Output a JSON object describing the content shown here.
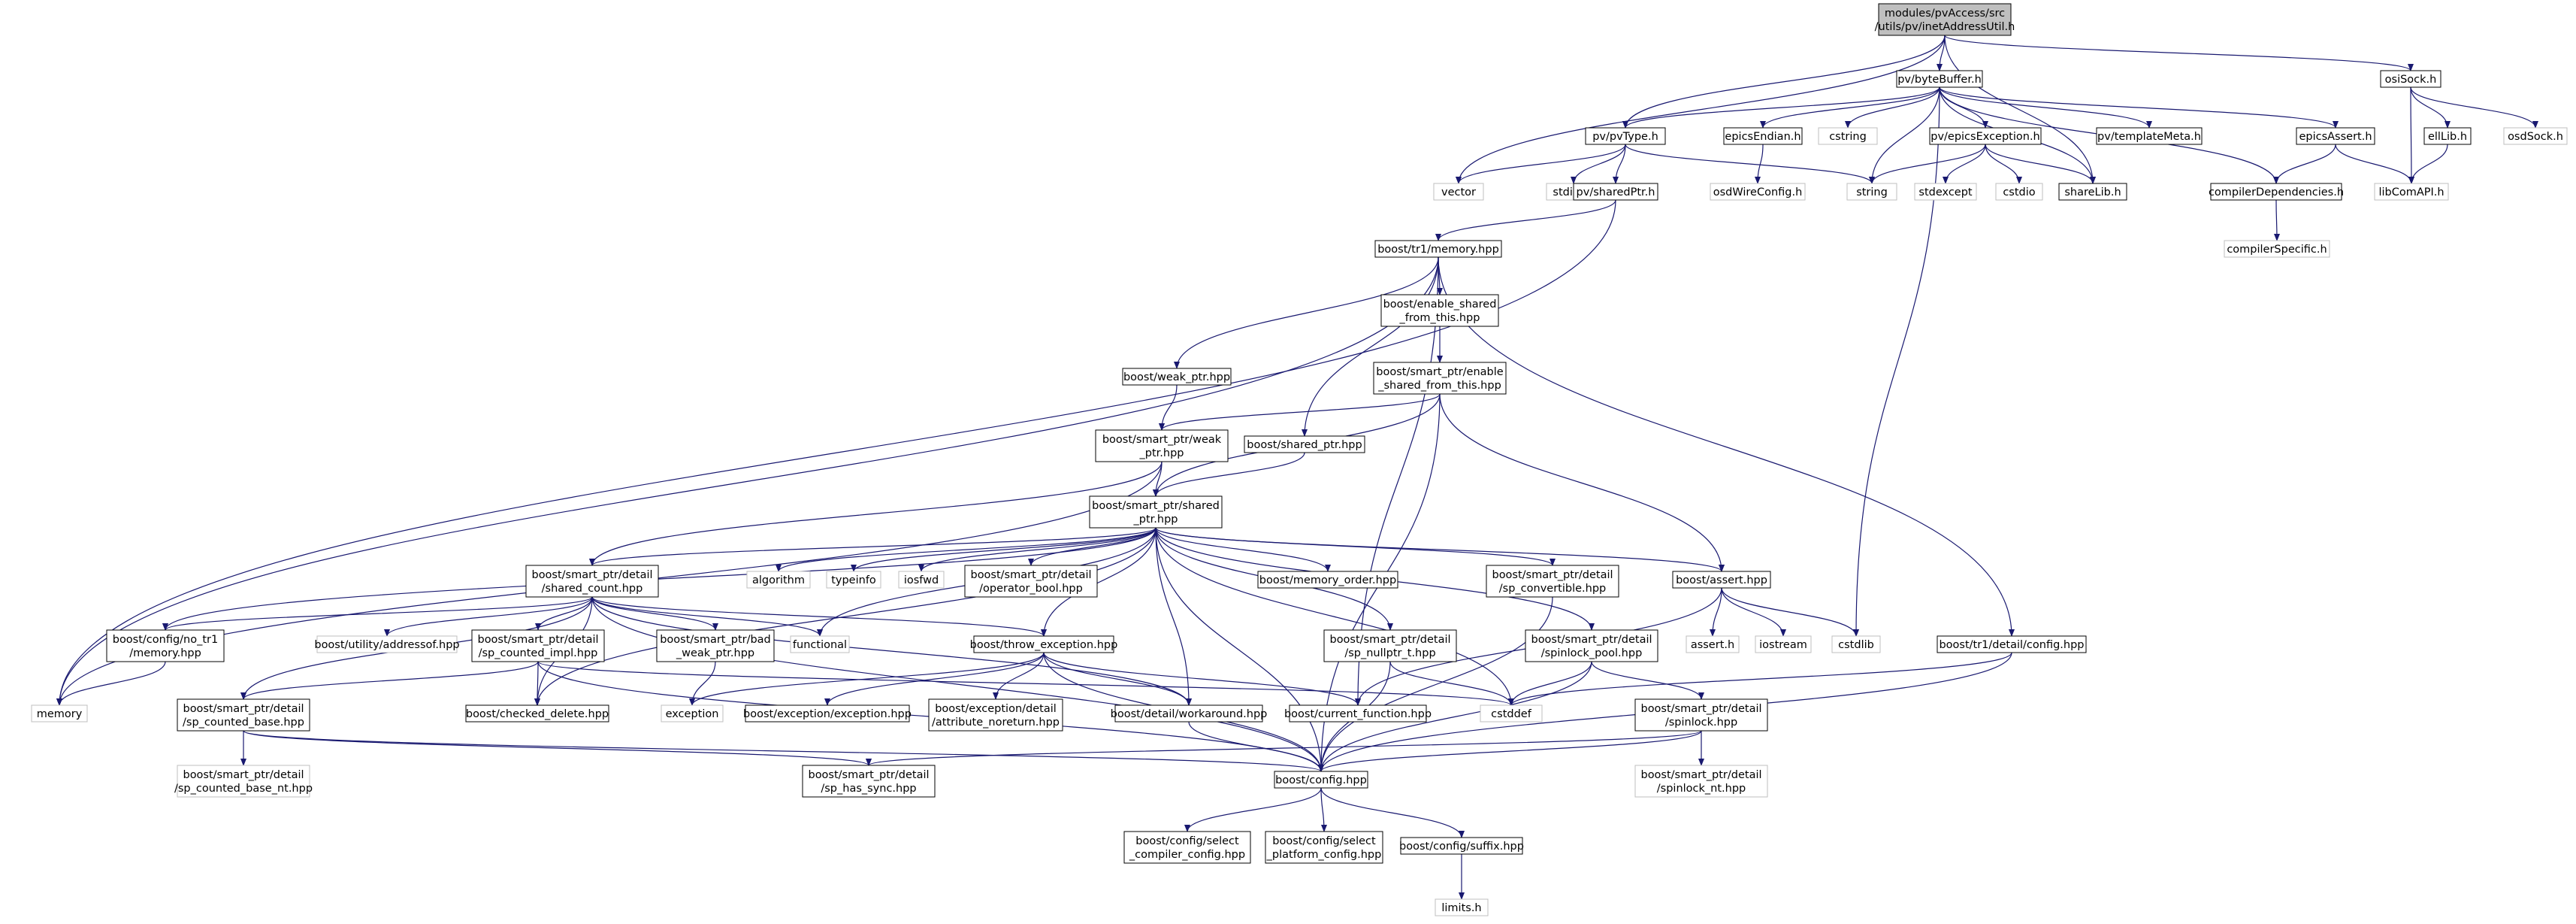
{
  "colors": {
    "edge": "#191970",
    "box_border": "#000000",
    "external_border": "#bfbfbf",
    "root_fill": "#bfbfbf",
    "node_fill": "#ffffff"
  },
  "nodes": [
    {
      "id": "root",
      "lines": [
        "modules/pvAccess/src",
        "/utils/pv/inetAddressUtil.h"
      ],
      "kind": "root"
    },
    {
      "id": "bytebuffer",
      "lines": [
        "pv/byteBuffer.h"
      ],
      "kind": "file"
    },
    {
      "id": "osisock",
      "lines": [
        "osiSock.h"
      ],
      "kind": "file"
    },
    {
      "id": "pvtype",
      "lines": [
        "pv/pvType.h"
      ],
      "kind": "file"
    },
    {
      "id": "epicsendian",
      "lines": [
        "epicsEndian.h"
      ],
      "kind": "file"
    },
    {
      "id": "cstring",
      "lines": [
        "cstring"
      ],
      "kind": "external"
    },
    {
      "id": "epicsexception",
      "lines": [
        "pv/epicsException.h"
      ],
      "kind": "file"
    },
    {
      "id": "templatemeta",
      "lines": [
        "pv/templateMeta.h"
      ],
      "kind": "file"
    },
    {
      "id": "epicsassert",
      "lines": [
        "epicsAssert.h"
      ],
      "kind": "file"
    },
    {
      "id": "ellib",
      "lines": [
        "ellLib.h"
      ],
      "kind": "file"
    },
    {
      "id": "osdsock",
      "lines": [
        "osdSock.h"
      ],
      "kind": "external"
    },
    {
      "id": "vector",
      "lines": [
        "vector"
      ],
      "kind": "external"
    },
    {
      "id": "stdint",
      "lines": [
        "stdint.h"
      ],
      "kind": "external"
    },
    {
      "id": "sharedptr",
      "lines": [
        "pv/sharedPtr.h"
      ],
      "kind": "file"
    },
    {
      "id": "osdwireconfig",
      "lines": [
        "osdWireConfig.h"
      ],
      "kind": "external"
    },
    {
      "id": "string",
      "lines": [
        "string"
      ],
      "kind": "external"
    },
    {
      "id": "stdexcept",
      "lines": [
        "stdexcept"
      ],
      "kind": "external"
    },
    {
      "id": "cstdio",
      "lines": [
        "cstdio"
      ],
      "kind": "external"
    },
    {
      "id": "sharelib",
      "lines": [
        "shareLib.h"
      ],
      "kind": "file"
    },
    {
      "id": "compilerdep",
      "lines": [
        "compilerDependencies.h"
      ],
      "kind": "file"
    },
    {
      "id": "libcomapi",
      "lines": [
        "libComAPI.h"
      ],
      "kind": "external"
    },
    {
      "id": "compilerspecific",
      "lines": [
        "compilerSpecific.h"
      ],
      "kind": "external"
    },
    {
      "id": "tr1memory",
      "lines": [
        "boost/tr1/memory.hpp"
      ],
      "kind": "file"
    },
    {
      "id": "enablesharedthis",
      "lines": [
        "boost/enable_shared",
        "_from_this.hpp"
      ],
      "kind": "file"
    },
    {
      "id": "weakptr",
      "lines": [
        "boost/weak_ptr.hpp"
      ],
      "kind": "file"
    },
    {
      "id": "spenableshared",
      "lines": [
        "boost/smart_ptr/enable",
        "_shared_from_this.hpp"
      ],
      "kind": "file"
    },
    {
      "id": "spweakptr",
      "lines": [
        "boost/smart_ptr/weak",
        "_ptr.hpp"
      ],
      "kind": "file"
    },
    {
      "id": "sharedptrhpp",
      "lines": [
        "boost/shared_ptr.hpp"
      ],
      "kind": "file"
    },
    {
      "id": "spsharedptr",
      "lines": [
        "boost/smart_ptr/shared",
        "_ptr.hpp"
      ],
      "kind": "file"
    },
    {
      "id": "sharedcount",
      "lines": [
        "boost/smart_ptr/detail",
        "/shared_count.hpp"
      ],
      "kind": "file"
    },
    {
      "id": "algorithm",
      "lines": [
        "algorithm"
      ],
      "kind": "external"
    },
    {
      "id": "typeinfo",
      "lines": [
        "typeinfo"
      ],
      "kind": "external"
    },
    {
      "id": "iosfwd",
      "lines": [
        "iosfwd"
      ],
      "kind": "external"
    },
    {
      "id": "operatorbool",
      "lines": [
        "boost/smart_ptr/detail",
        "/operator_bool.hpp"
      ],
      "kind": "file"
    },
    {
      "id": "memoryorder",
      "lines": [
        "boost/memory_order.hpp"
      ],
      "kind": "file"
    },
    {
      "id": "spconvertible",
      "lines": [
        "boost/smart_ptr/detail",
        "/sp_convertible.hpp"
      ],
      "kind": "file"
    },
    {
      "id": "boostassert",
      "lines": [
        "boost/assert.hpp"
      ],
      "kind": "file"
    },
    {
      "id": "notr1memory",
      "lines": [
        "boost/config/no_tr1",
        "/memory.hpp"
      ],
      "kind": "file"
    },
    {
      "id": "addressof",
      "lines": [
        "boost/utility/addressof.hpp"
      ],
      "kind": "external"
    },
    {
      "id": "spcountedimpl",
      "lines": [
        "boost/smart_ptr/detail",
        "/sp_counted_impl.hpp"
      ],
      "kind": "file"
    },
    {
      "id": "badweakptr",
      "lines": [
        "boost/smart_ptr/bad",
        "_weak_ptr.hpp"
      ],
      "kind": "file"
    },
    {
      "id": "functional",
      "lines": [
        "functional"
      ],
      "kind": "external"
    },
    {
      "id": "throwexception",
      "lines": [
        "boost/throw_exception.hpp"
      ],
      "kind": "file"
    },
    {
      "id": "spnullptr",
      "lines": [
        "boost/smart_ptr/detail",
        "/sp_nullptr_t.hpp"
      ],
      "kind": "file"
    },
    {
      "id": "asserth",
      "lines": [
        "assert.h"
      ],
      "kind": "external"
    },
    {
      "id": "iostream",
      "lines": [
        "iostream"
      ],
      "kind": "external"
    },
    {
      "id": "cstdlib",
      "lines": [
        "cstdlib"
      ],
      "kind": "external"
    },
    {
      "id": "tr1config",
      "lines": [
        "boost/tr1/detail/config.hpp"
      ],
      "kind": "file"
    },
    {
      "id": "memory",
      "lines": [
        "memory"
      ],
      "kind": "external"
    },
    {
      "id": "spcountedbase",
      "lines": [
        "boost/smart_ptr/detail",
        "/sp_counted_base.hpp"
      ],
      "kind": "file"
    },
    {
      "id": "checkeddelete",
      "lines": [
        "boost/checked_delete.hpp"
      ],
      "kind": "file"
    },
    {
      "id": "exception",
      "lines": [
        "exception"
      ],
      "kind": "external"
    },
    {
      "id": "excexception",
      "lines": [
        "boost/exception/exception.hpp"
      ],
      "kind": "file"
    },
    {
      "id": "attrnoreturn",
      "lines": [
        "boost/exception/detail",
        "/attribute_noreturn.hpp"
      ],
      "kind": "file"
    },
    {
      "id": "workaround",
      "lines": [
        "boost/detail/workaround.hpp"
      ],
      "kind": "file"
    },
    {
      "id": "currentfunction",
      "lines": [
        "boost/current_function.hpp"
      ],
      "kind": "file"
    },
    {
      "id": "spinlockpool",
      "lines": [
        "boost/smart_ptr/detail",
        "/spinlock_pool.hpp"
      ],
      "kind": "file"
    },
    {
      "id": "cstddef",
      "lines": [
        "cstddef"
      ],
      "kind": "external"
    },
    {
      "id": "spinlock",
      "lines": [
        "boost/smart_ptr/detail",
        "/spinlock.hpp"
      ],
      "kind": "file"
    },
    {
      "id": "spcountedbasent",
      "lines": [
        "boost/smart_ptr/detail",
        "/sp_counted_base_nt.hpp"
      ],
      "kind": "external"
    },
    {
      "id": "sphassync",
      "lines": [
        "boost/smart_ptr/detail",
        "/sp_has_sync.hpp"
      ],
      "kind": "file"
    },
    {
      "id": "boostconfig",
      "lines": [
        "boost/config.hpp"
      ],
      "kind": "file"
    },
    {
      "id": "spinlocknt",
      "lines": [
        "boost/smart_ptr/detail",
        "/spinlock_nt.hpp"
      ],
      "kind": "external"
    },
    {
      "id": "selectcompiler",
      "lines": [
        "boost/config/select",
        "_compiler_config.hpp"
      ],
      "kind": "file"
    },
    {
      "id": "selectplatform",
      "lines": [
        "boost/config/select",
        "_platform_config.hpp"
      ],
      "kind": "file"
    },
    {
      "id": "suffix",
      "lines": [
        "boost/config/suffix.hpp"
      ],
      "kind": "file"
    },
    {
      "id": "limits",
      "lines": [
        "limits.h"
      ],
      "kind": "external"
    }
  ],
  "edges": [
    [
      "root",
      "bytebuffer"
    ],
    [
      "root",
      "osisock"
    ],
    [
      "root",
      "pvtype"
    ],
    [
      "root",
      "vector"
    ],
    [
      "root",
      "sharelib"
    ],
    [
      "bytebuffer",
      "pvtype"
    ],
    [
      "bytebuffer",
      "epicsendian"
    ],
    [
      "bytebuffer",
      "cstring"
    ],
    [
      "bytebuffer",
      "epicsexception"
    ],
    [
      "bytebuffer",
      "templatemeta"
    ],
    [
      "bytebuffer",
      "epicsassert"
    ],
    [
      "bytebuffer",
      "string"
    ],
    [
      "bytebuffer",
      "sharelib"
    ],
    [
      "bytebuffer",
      "compilerdep"
    ],
    [
      "bytebuffer",
      "cstdlib"
    ],
    [
      "osisock",
      "ellib"
    ],
    [
      "osisock",
      "osdsock"
    ],
    [
      "osisock",
      "libcomapi"
    ],
    [
      "ellib",
      "libcomapi"
    ],
    [
      "epicsassert",
      "compilerdep"
    ],
    [
      "epicsassert",
      "libcomapi"
    ],
    [
      "compilerdep",
      "compilerspecific"
    ],
    [
      "pvtype",
      "vector"
    ],
    [
      "pvtype",
      "stdint"
    ],
    [
      "pvtype",
      "sharedptr"
    ],
    [
      "pvtype",
      "string"
    ],
    [
      "epicsendian",
      "osdwireconfig"
    ],
    [
      "epicsexception",
      "string"
    ],
    [
      "epicsexception",
      "stdexcept"
    ],
    [
      "epicsexception",
      "cstdio"
    ],
    [
      "epicsexception",
      "sharelib"
    ],
    [
      "sharedptr",
      "tr1memory"
    ],
    [
      "sharedptr",
      "memory"
    ],
    [
      "tr1memory",
      "enablesharedthis"
    ],
    [
      "tr1memory",
      "weakptr"
    ],
    [
      "tr1memory",
      "sharedptrhpp"
    ],
    [
      "tr1memory",
      "memory"
    ],
    [
      "tr1memory",
      "tr1config"
    ],
    [
      "tr1memory",
      "currentfunction"
    ],
    [
      "enablesharedthis",
      "spenableshared"
    ],
    [
      "weakptr",
      "spweakptr"
    ],
    [
      "spenableshared",
      "spweakptr"
    ],
    [
      "spenableshared",
      "spsharedptr"
    ],
    [
      "spenableshared",
      "boostassert"
    ],
    [
      "spenableshared",
      "boostconfig"
    ],
    [
      "spweakptr",
      "spsharedptr"
    ],
    [
      "spweakptr",
      "sharedcount"
    ],
    [
      "spweakptr",
      "memory"
    ],
    [
      "sharedptrhpp",
      "spsharedptr"
    ],
    [
      "spsharedptr",
      "sharedcount"
    ],
    [
      "spsharedptr",
      "algorithm"
    ],
    [
      "spsharedptr",
      "typeinfo"
    ],
    [
      "spsharedptr",
      "iosfwd"
    ],
    [
      "spsharedptr",
      "operatorbool"
    ],
    [
      "spsharedptr",
      "memoryorder"
    ],
    [
      "spsharedptr",
      "spconvertible"
    ],
    [
      "spsharedptr",
      "boostassert"
    ],
    [
      "spsharedptr",
      "notr1memory"
    ],
    [
      "spsharedptr",
      "functional"
    ],
    [
      "spsharedptr",
      "throwexception"
    ],
    [
      "spsharedptr",
      "spnullptr"
    ],
    [
      "spsharedptr",
      "checkeddelete"
    ],
    [
      "spsharedptr",
      "workaround"
    ],
    [
      "spsharedptr",
      "spinlockpool"
    ],
    [
      "spsharedptr",
      "cstddef"
    ],
    [
      "spsharedptr",
      "boostconfig"
    ],
    [
      "sharedcount",
      "notr1memory"
    ],
    [
      "sharedcount",
      "addressof"
    ],
    [
      "sharedcount",
      "spcountedimpl"
    ],
    [
      "sharedcount",
      "badweakptr"
    ],
    [
      "sharedcount",
      "functional"
    ],
    [
      "sharedcount",
      "spcountedbase"
    ],
    [
      "sharedcount",
      "checkeddelete"
    ],
    [
      "sharedcount",
      "workaround"
    ],
    [
      "sharedcount",
      "boostconfig"
    ],
    [
      "sharedcount",
      "throwexception"
    ],
    [
      "boostassert",
      "asserth"
    ],
    [
      "boostassert",
      "iostream"
    ],
    [
      "boostassert",
      "cstdlib"
    ],
    [
      "boostassert",
      "currentfunction"
    ],
    [
      "spconvertible",
      "boostconfig"
    ],
    [
      "notr1memory",
      "memory"
    ],
    [
      "spcountedimpl",
      "spcountedbase"
    ],
    [
      "spcountedimpl",
      "checkeddelete"
    ],
    [
      "spcountedimpl",
      "cstddef"
    ],
    [
      "spcountedimpl",
      "boostconfig"
    ],
    [
      "badweakptr",
      "exception"
    ],
    [
      "throwexception",
      "exception"
    ],
    [
      "throwexception",
      "excexception"
    ],
    [
      "throwexception",
      "attrnoreturn"
    ],
    [
      "throwexception",
      "workaround"
    ],
    [
      "throwexception",
      "currentfunction"
    ],
    [
      "throwexception",
      "boostconfig"
    ],
    [
      "spnullptr",
      "cstddef"
    ],
    [
      "spnullptr",
      "boostconfig"
    ],
    [
      "tr1config",
      "cstddef"
    ],
    [
      "tr1config",
      "boostconfig"
    ],
    [
      "spinlockpool",
      "spinlock"
    ],
    [
      "spinlockpool",
      "cstddef"
    ],
    [
      "spinlockpool",
      "boostconfig"
    ],
    [
      "spinlock",
      "spinlocknt"
    ],
    [
      "spinlock",
      "sphassync"
    ],
    [
      "spinlock",
      "boostconfig"
    ],
    [
      "spcountedbase",
      "spcountedbasent"
    ],
    [
      "spcountedbase",
      "sphassync"
    ],
    [
      "spcountedbase",
      "boostconfig"
    ],
    [
      "workaround",
      "boostconfig"
    ],
    [
      "boostconfig",
      "selectcompiler"
    ],
    [
      "boostconfig",
      "selectplatform"
    ],
    [
      "boostconfig",
      "suffix"
    ],
    [
      "suffix",
      "limits"
    ]
  ]
}
